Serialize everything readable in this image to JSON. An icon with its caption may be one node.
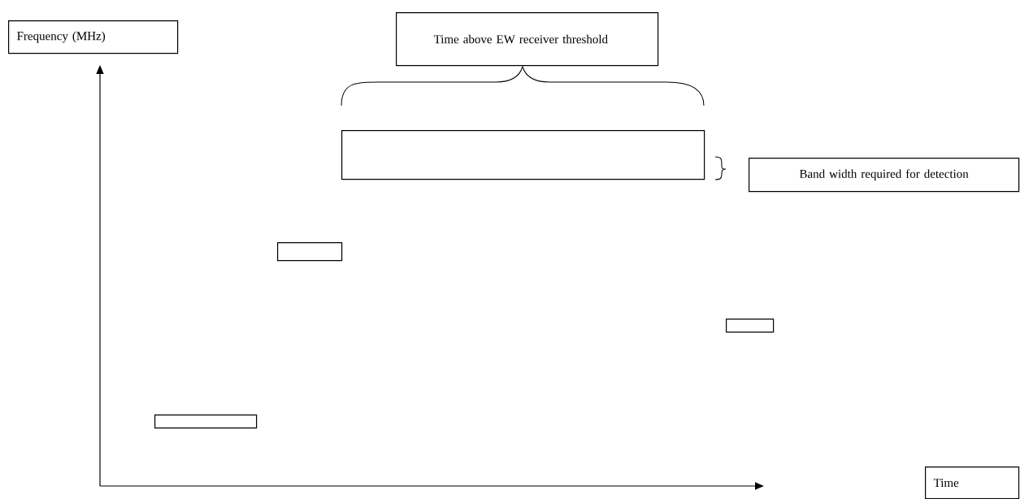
{
  "diagram": {
    "nodes": [
      {
        "text": [
          "Frequency (MHz)"
        ]
      },
      {
        "text": [
          "Time above EW receiver threshold"
        ]
      },
      {
        "text": [],
        "shape": "box"
      },
      {
        "text": [
          "Band width required for detection"
        ]
      },
      {
        "text": [],
        "shape": "box"
      },
      {
        "text": [],
        "shape": "box"
      },
      {
        "text": [],
        "shape": "box"
      },
      {
        "text": [
          "Time"
        ]
      }
    ]
  }
}
